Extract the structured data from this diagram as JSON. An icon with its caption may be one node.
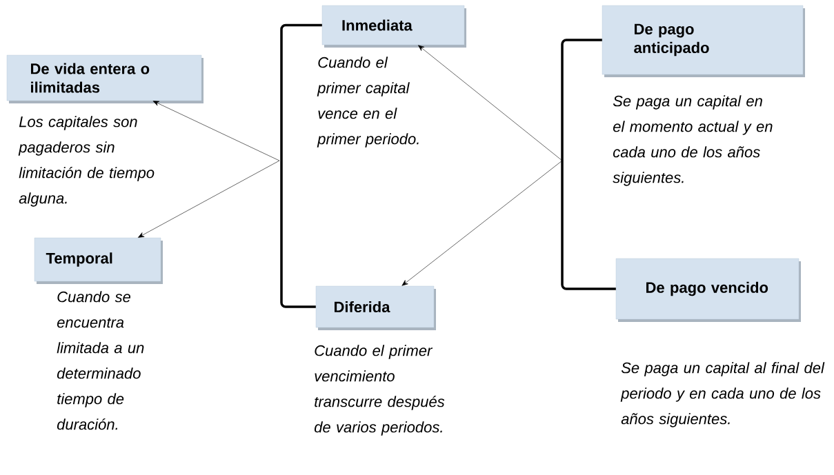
{
  "diagram": {
    "nodes": [
      {
        "text": [
          "De vida entera o ilimitadas"
        ],
        "beside": [
          "Los capitales son pagaderos sin limitación de tiempo alguna."
        ]
      },
      {
        "text": [
          "Temporal"
        ],
        "beside": [
          "Cuando se encuentra limitada a un determinado tiempo de duración."
        ]
      },
      {
        "text": [
          "Inmediata"
        ],
        "beside": [
          "Cuando el primer capital vence en el primer periodo."
        ]
      },
      {
        "text": [
          "Diferida"
        ],
        "beside": [
          "Cuando el primer vencimiento transcurre después de varios periodos."
        ]
      },
      {
        "text": [
          "De pago anticipado"
        ],
        "beside": [
          "Se paga un capital en el momento actual y en cada uno de los años siguientes."
        ]
      },
      {
        "text": [
          "De pago vencido"
        ],
        "beside": [
          "Se paga un capital al final del periodo y en cada uno de los años siguientes."
        ]
      }
    ],
    "edges": [
      {
        "from": 2,
        "to": 3,
        "arrow": "none",
        "style": "thick"
      },
      {
        "from": 4,
        "to": 5,
        "arrow": "none",
        "style": "thick"
      },
      {
        "from": null,
        "to": 0,
        "arrow": "to"
      },
      {
        "from": null,
        "to": 1,
        "arrow": "to"
      },
      {
        "from": null,
        "to": 2,
        "arrow": "to"
      },
      {
        "from": null,
        "to": 3,
        "arrow": "to"
      }
    ]
  }
}
